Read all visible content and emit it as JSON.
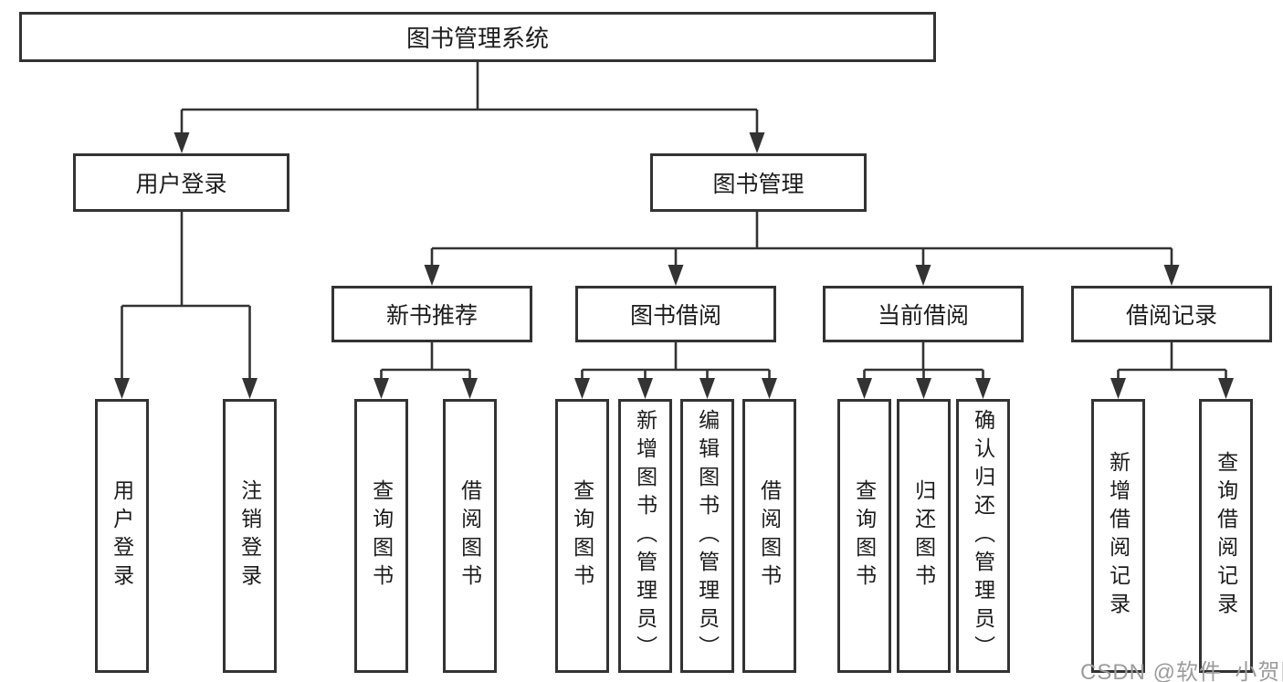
{
  "diagram_title": "图书管理系统",
  "tree": {
    "label": "图书管理系统",
    "children": [
      {
        "label": "用户登录",
        "children": [
          {
            "label": "用户登录"
          },
          {
            "label": "注销登录"
          }
        ]
      },
      {
        "label": "图书管理",
        "children": [
          {
            "label": "新书推荐",
            "children": [
              {
                "label": "查询图书"
              },
              {
                "label": "借阅图书"
              }
            ]
          },
          {
            "label": "图书借阅",
            "children": [
              {
                "label": "查询图书"
              },
              {
                "label": "新增图书（管理员）"
              },
              {
                "label": "编辑图书（管理员）"
              },
              {
                "label": "借阅图书"
              }
            ]
          },
          {
            "label": "当前借阅",
            "children": [
              {
                "label": "查询图书"
              },
              {
                "label": "归还图书"
              },
              {
                "label": "确认归还（管理员）"
              }
            ]
          },
          {
            "label": "借阅记录",
            "children": [
              {
                "label": "新增借阅记录"
              },
              {
                "label": "查询借阅记录"
              }
            ]
          }
        ]
      }
    ]
  },
  "watermark": "CSDN @软件_小贺同学",
  "colors": {
    "line": "#333333",
    "text": "#1c1c1c",
    "watermark": "#9c9c9c",
    "background": "#ffffff"
  }
}
